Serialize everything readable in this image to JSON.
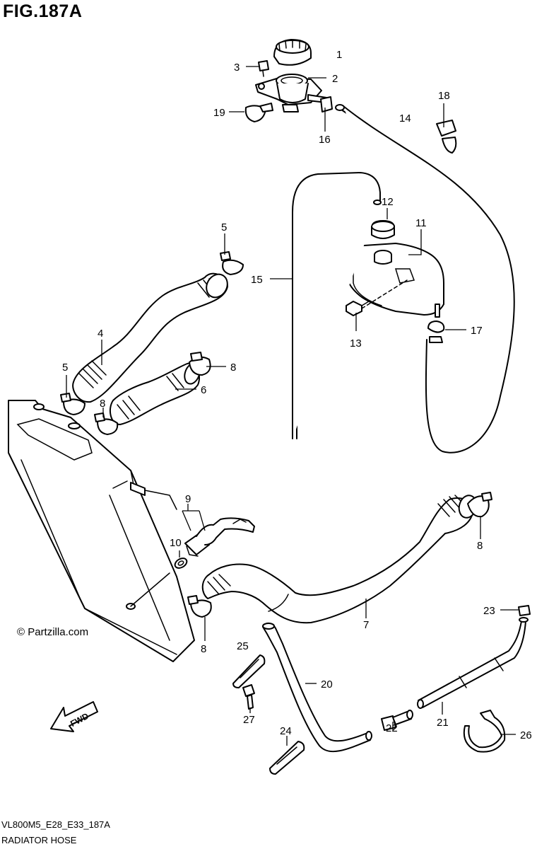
{
  "figure": {
    "title": "FIG.187A",
    "code": "VL800M5_E28_E33_187A",
    "name": "RADIATOR HOSE",
    "watermark": "© Partzilla.com",
    "fwd_label": "FWD"
  },
  "callouts": [
    "1",
    "2",
    "3",
    "4",
    "5",
    "5",
    "6",
    "7",
    "8",
    "8",
    "8",
    "8",
    "9",
    "10",
    "11",
    "12",
    "13",
    "14",
    "15",
    "16",
    "17",
    "18",
    "19",
    "20",
    "21",
    "22",
    "23",
    "24",
    "25",
    "26",
    "27"
  ]
}
